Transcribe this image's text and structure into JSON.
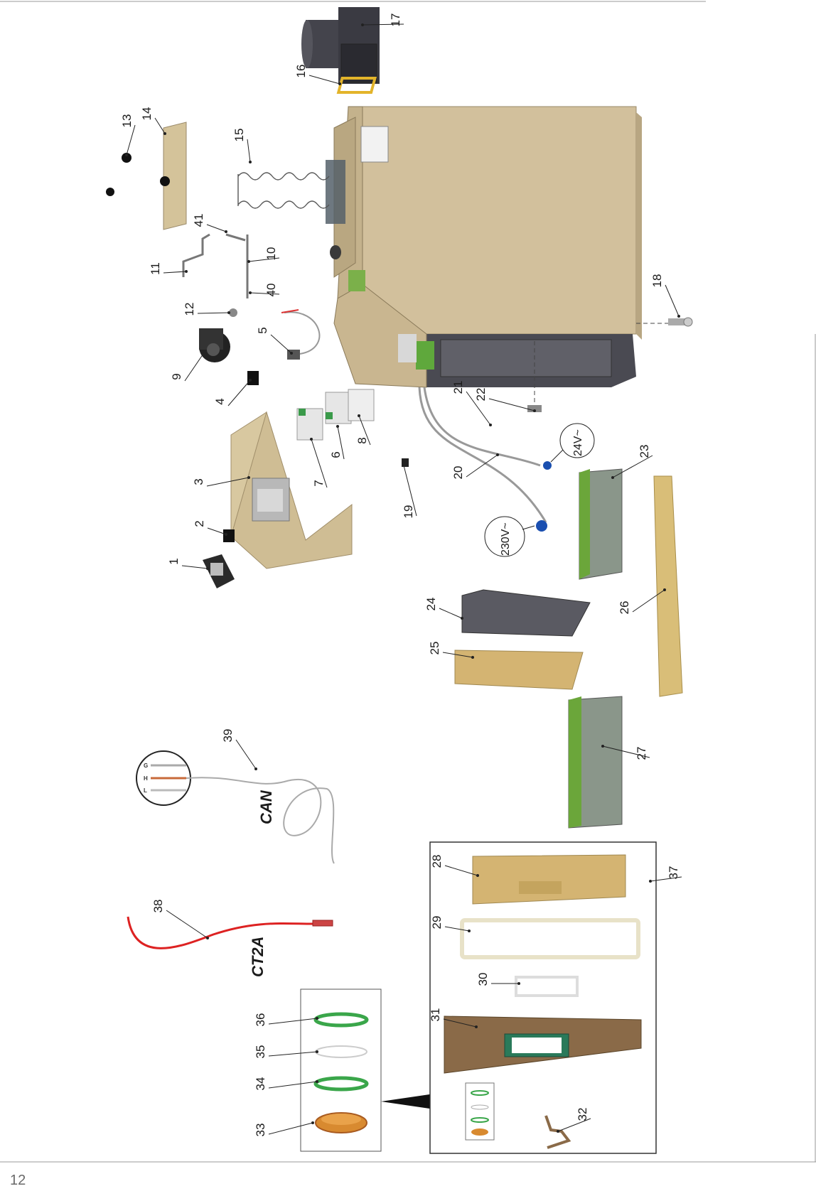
{
  "page": {
    "number": "12"
  },
  "callouts": [
    "1",
    "2",
    "3",
    "4",
    "5",
    "6",
    "7",
    "8",
    "9",
    "10",
    "11",
    "12",
    "13",
    "14",
    "15",
    "16",
    "17",
    "18",
    "19",
    "20",
    "21",
    "22",
    "23",
    "24",
    "25",
    "26",
    "27",
    "28",
    "29",
    "30",
    "31",
    "32",
    "33",
    "34",
    "35",
    "36",
    "37",
    "38",
    "39",
    "40",
    "41"
  ],
  "voltage_tags": {
    "high": "230V~",
    "low": "24V~"
  },
  "cable_labels": {
    "sensor": "CT2A",
    "bus": "CAN"
  },
  "can_wires": [
    "G",
    "H",
    "L"
  ],
  "colors": {
    "beige": "#d6c4a0",
    "panel": "#c8b48c",
    "dark_grey": "#5a5a62",
    "green": "#3aa64a",
    "red": "#d22",
    "copper": "#c8783a",
    "felt": "#d8b870",
    "brown": "#8a6a48",
    "insulation_grey": "#8e9a8e"
  }
}
